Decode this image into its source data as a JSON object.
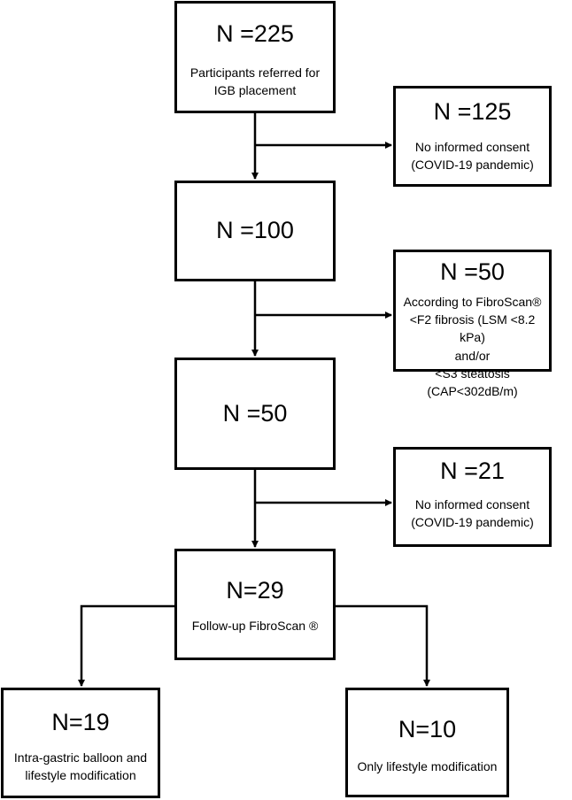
{
  "flowchart": {
    "referred": {
      "count": "N =225",
      "desc": "Participants referred for IGB placement"
    },
    "excluded_consent_1": {
      "count": "N =125",
      "desc": "No informed consent\n(COVID-19 pandemic)"
    },
    "after_consent": {
      "count": "N =100"
    },
    "excluded_fibroscan": {
      "count": "N =50",
      "desc": "According to FibroScan®\n<F2 fibrosis (LSM <8.2 kPa)\nand/or\n<S3 steatosis (CAP<302dB/m)"
    },
    "eligible": {
      "count": "N =50"
    },
    "excluded_consent_2": {
      "count": "N =21",
      "desc": "No informed consent\n(COVID-19 pandemic)"
    },
    "follow_up": {
      "count": "N=29",
      "desc": "Follow-up FibroScan ®"
    },
    "igb_group": {
      "count": "N=19",
      "desc": "Intra-gastric balloon and\nlifestyle modification"
    },
    "lifestyle_group": {
      "count": "N=10",
      "desc": "Only lifestyle modification"
    }
  }
}
